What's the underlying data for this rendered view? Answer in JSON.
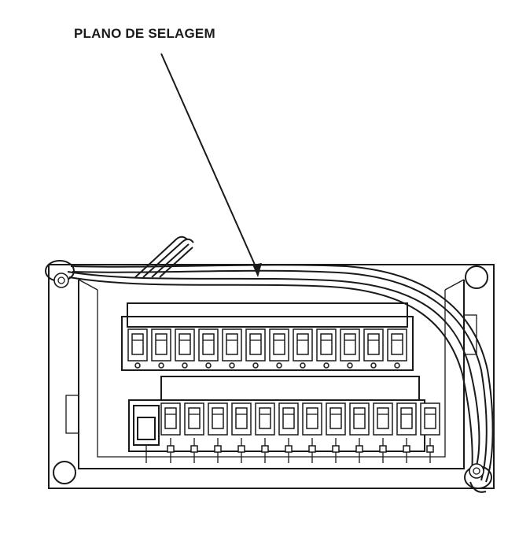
{
  "callout": {
    "label": "PLANO DE SELAGEM"
  },
  "diagram": {
    "upper_terminal_count": 12,
    "lower_terminal_count": 12,
    "colors": {
      "line": "#1a1a1a",
      "background": "#ffffff"
    }
  }
}
